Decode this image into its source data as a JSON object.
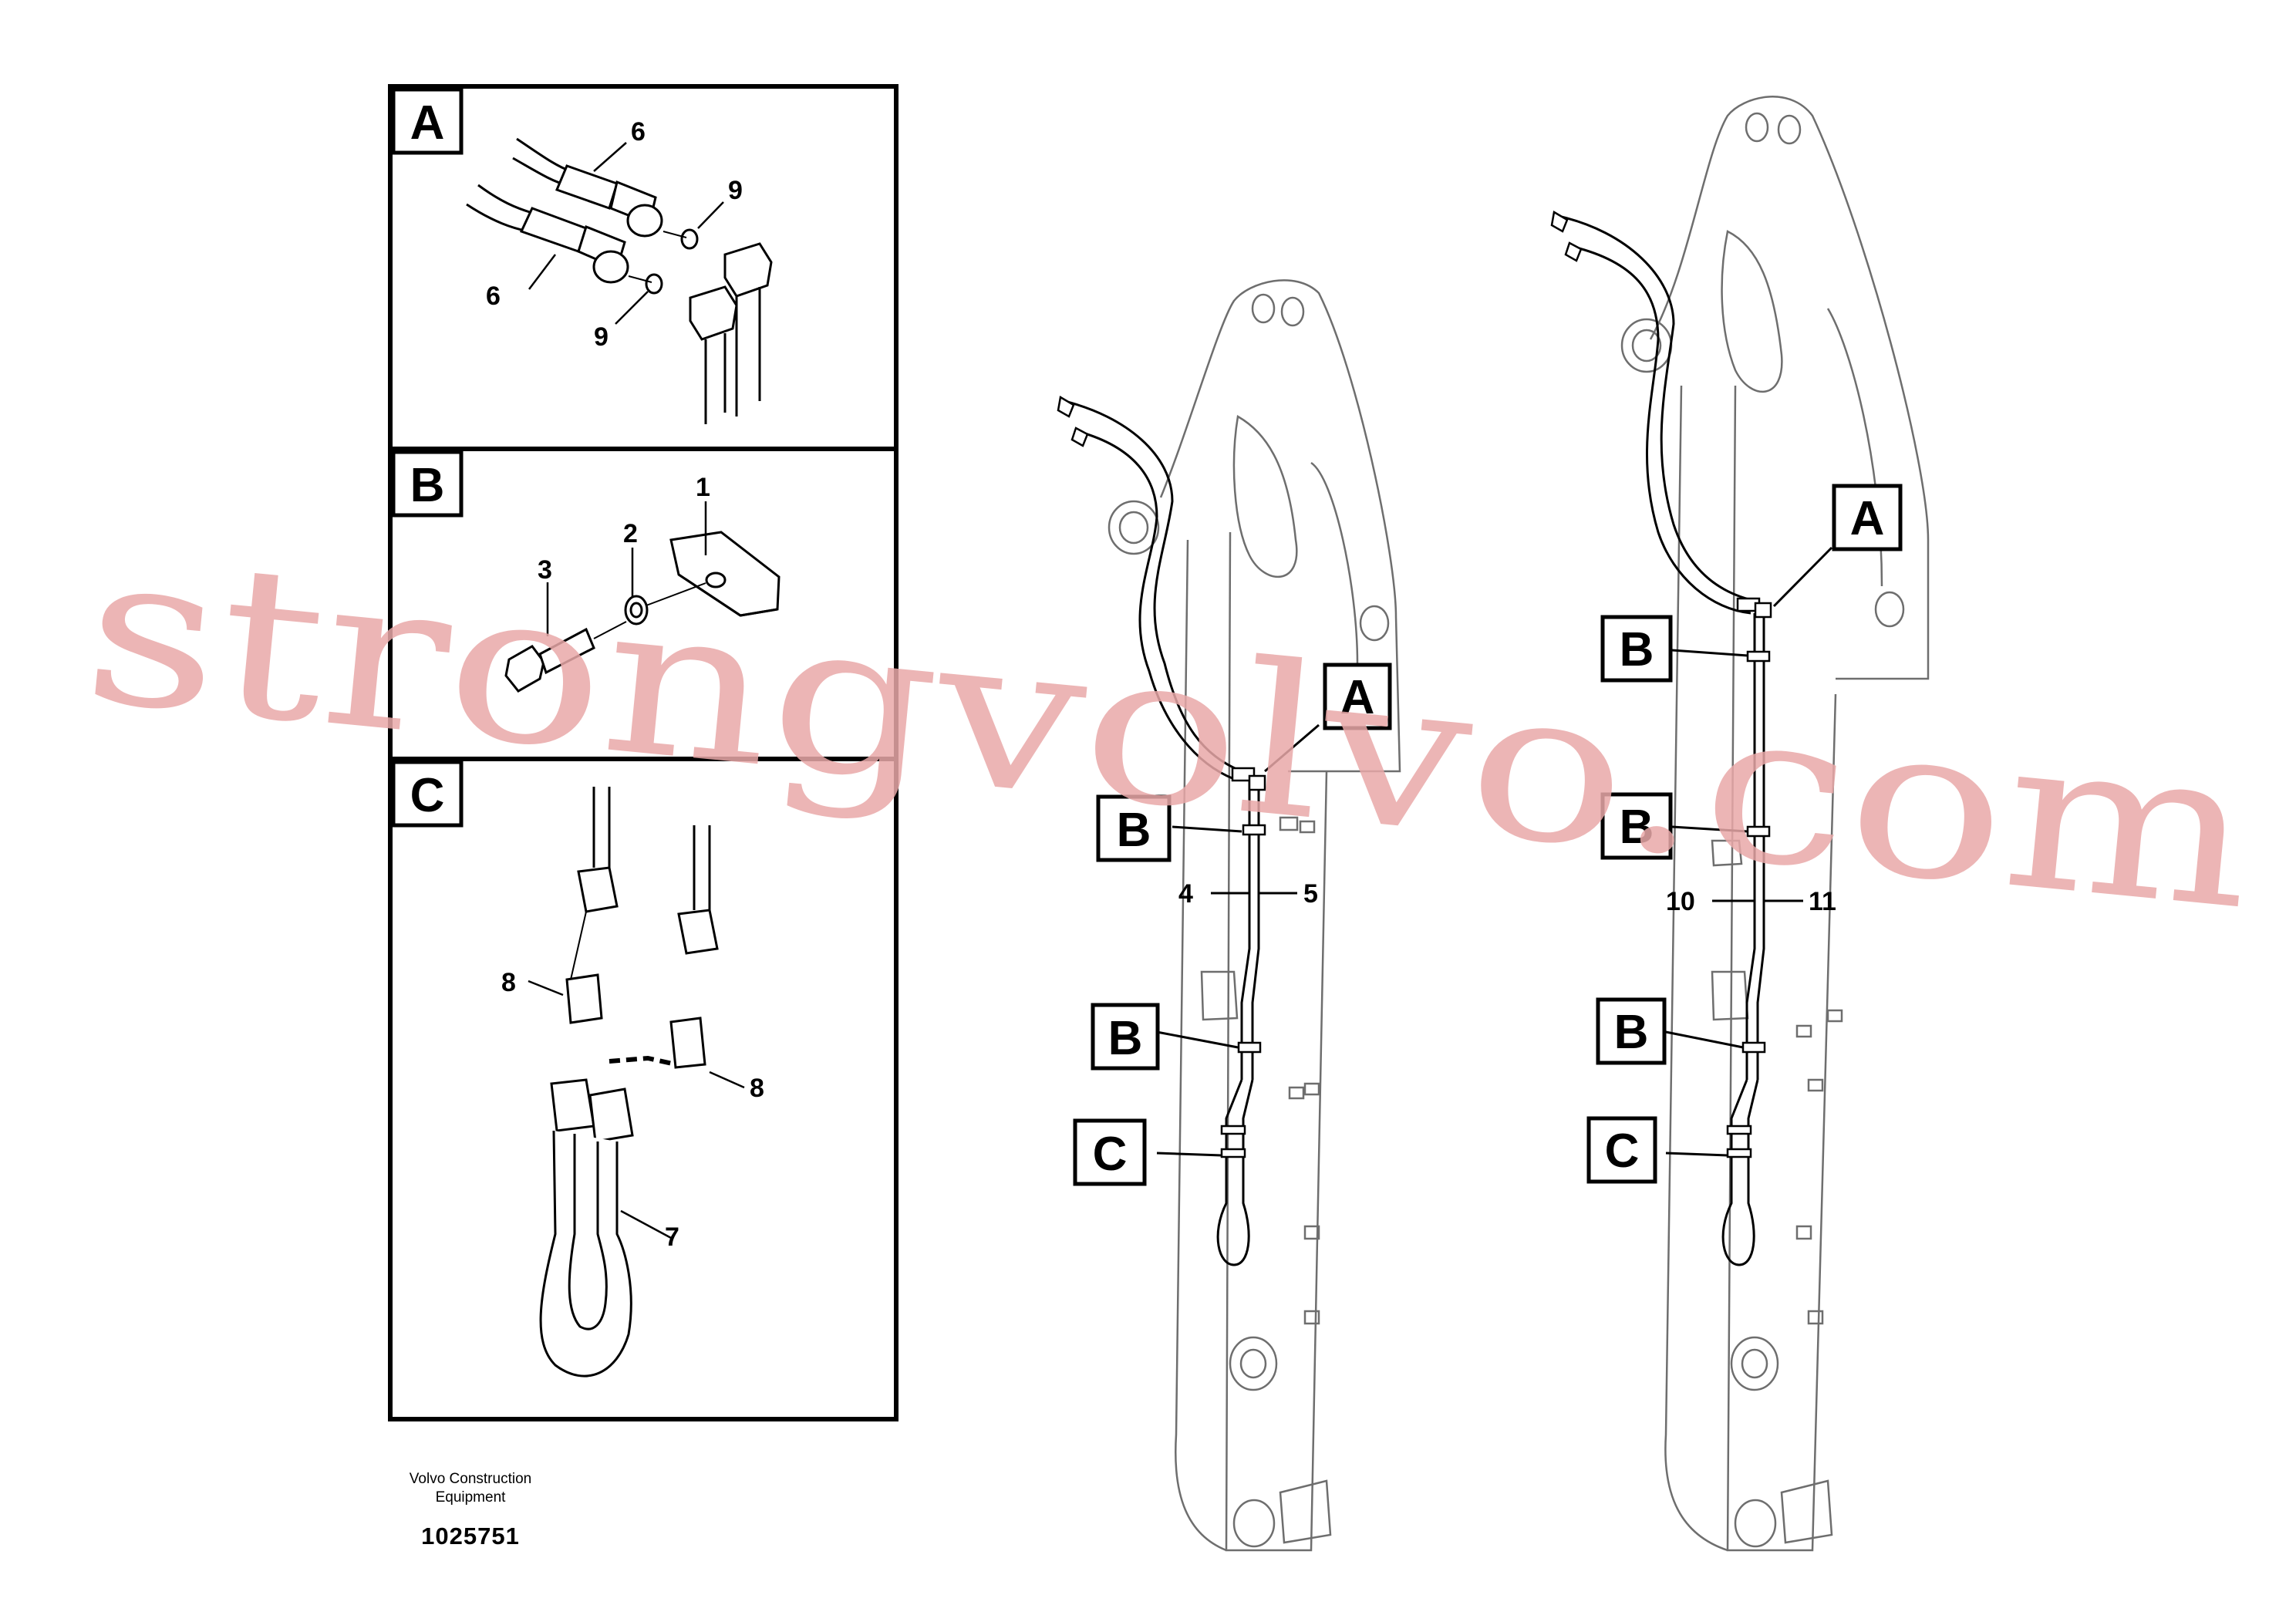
{
  "panels": [
    {
      "letter": "A",
      "labels": [
        "6",
        "6",
        "9",
        "9"
      ]
    },
    {
      "letter": "B",
      "labels": [
        "1",
        "2",
        "3"
      ]
    },
    {
      "letter": "C",
      "labels": [
        "8",
        "8",
        "7"
      ]
    }
  ],
  "boom_left": {
    "callouts": [
      "A",
      "B",
      "B",
      "C"
    ],
    "hose_labels": [
      "4",
      "5"
    ]
  },
  "boom_right": {
    "callouts": [
      "A",
      "B",
      "B",
      "B",
      "C"
    ],
    "hose_labels": [
      "10",
      "11"
    ]
  },
  "caption": {
    "line1": "Volvo Construction",
    "line2": "Equipment",
    "number": "1025751"
  },
  "watermark": "strongvolvo.com",
  "colors": {
    "line": "#000000",
    "boom_outline": "#6e6e6e",
    "watermark": "#e9a8a8"
  }
}
